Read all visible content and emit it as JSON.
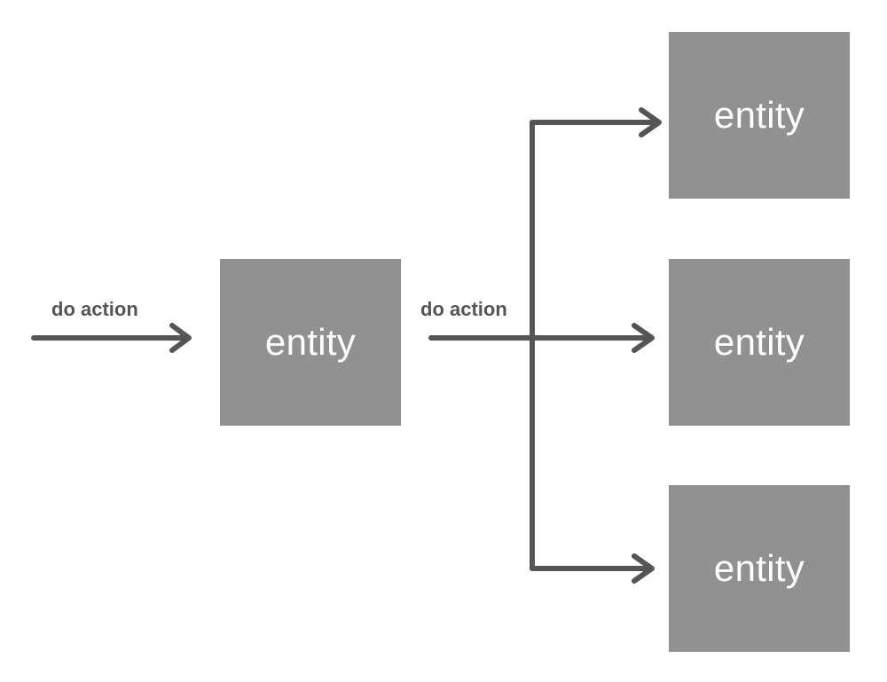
{
  "colors": {
    "box_fill": "#919191",
    "box_text": "#ffffff",
    "arrow": "#555555",
    "label_text": "#555555",
    "background": "#ffffff"
  },
  "labels": {
    "input_action": "do action",
    "fanout_action": "do action"
  },
  "entities": {
    "source": "entity",
    "target_top": "entity",
    "target_middle": "entity",
    "target_bottom": "entity"
  }
}
